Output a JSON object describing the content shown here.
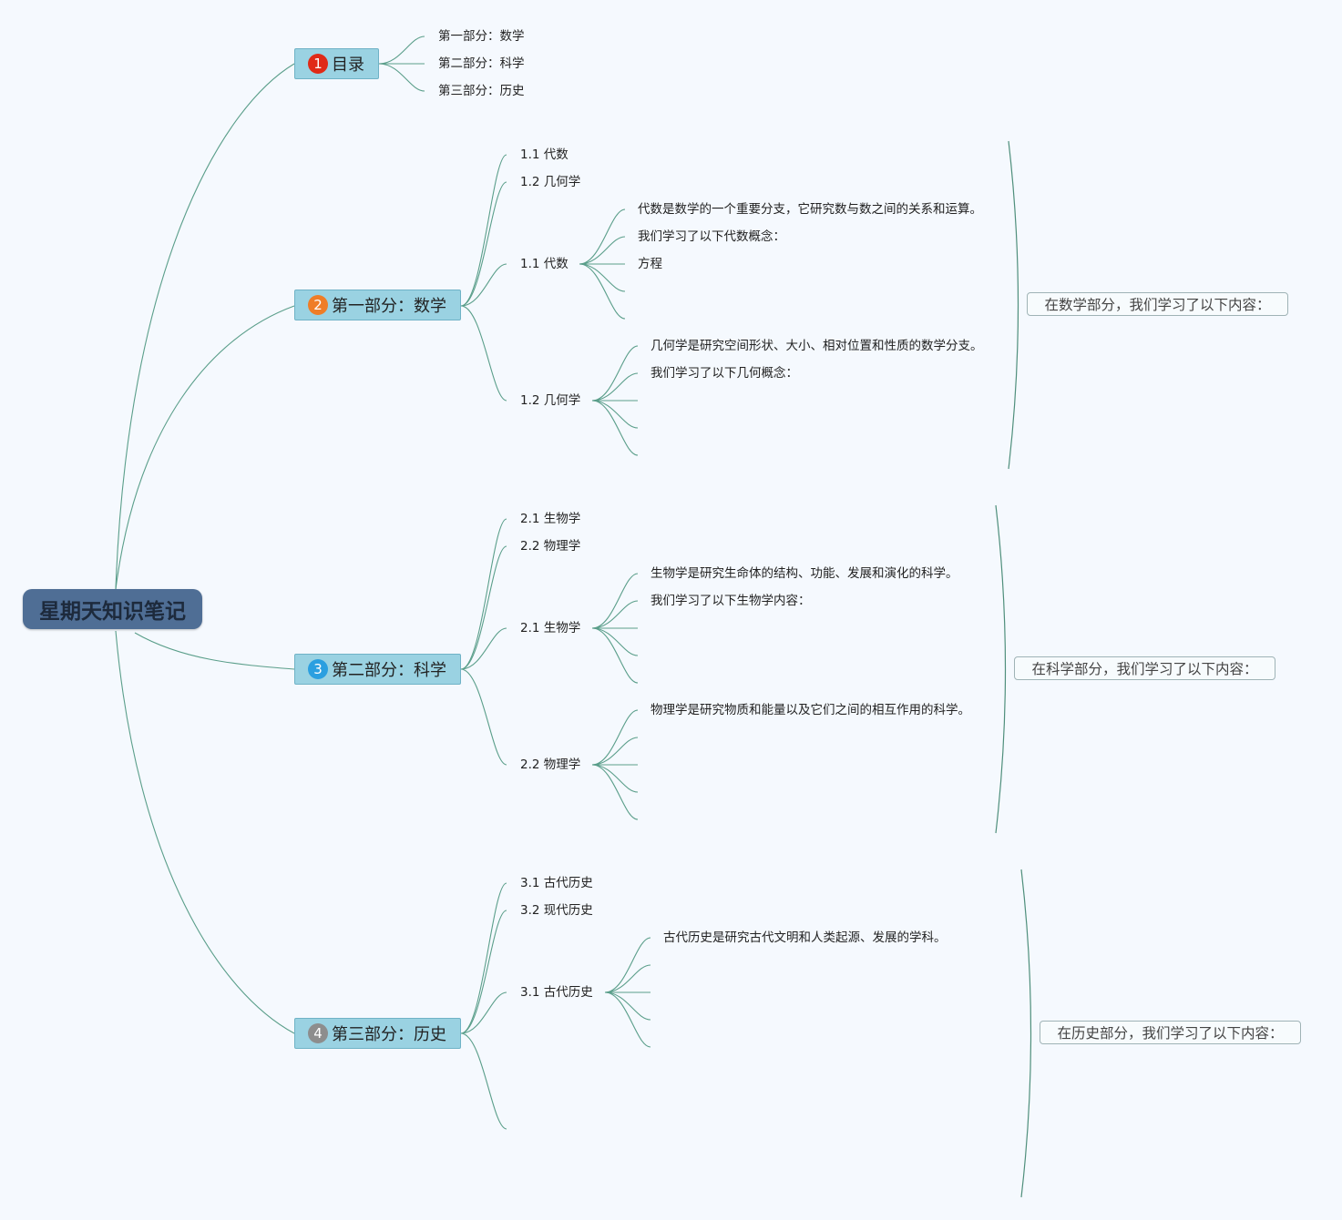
{
  "root": {
    "title": "星期天知识笔记"
  },
  "colors": {
    "badge_1": "#e02a17",
    "badge_2": "#ef7d27",
    "badge_3": "#2b9fe0",
    "badge_4": "#8d8d8d",
    "line": "#5a9e8a"
  },
  "toc": {
    "badge": "1",
    "title": "目录",
    "items": [
      "第一部分：数学",
      "第二部分：科学",
      "第三部分：历史"
    ]
  },
  "math": {
    "badge": "2",
    "title": "第一部分：数学",
    "sub1": "1.1 代数",
    "sub2": "1.2 几何学",
    "algebra": {
      "title": "1.1 代数",
      "lines": [
        "代数是数学的一个重要分支，它研究数与数之间的关系和运算。",
        "我们学习了以下代数概念：",
        "方程"
      ]
    },
    "geometry": {
      "title": "1.2 几何学",
      "lines": [
        "几何学是研究空间形状、大小、相对位置和性质的数学分支。",
        "我们学习了以下几何概念："
      ]
    },
    "summary": "在数学部分，我们学习了以下内容："
  },
  "science": {
    "badge": "3",
    "title": "第二部分：科学",
    "sub1": "2.1 生物学",
    "sub2": "2.2 物理学",
    "biology": {
      "title": "2.1 生物学",
      "lines": [
        "生物学是研究生命体的结构、功能、发展和演化的科学。",
        "我们学习了以下生物学内容："
      ]
    },
    "physics": {
      "title": "2.2 物理学",
      "lines": [
        "物理学是研究物质和能量以及它们之间的相互作用的科学。"
      ]
    },
    "summary": "在科学部分，我们学习了以下内容："
  },
  "history": {
    "badge": "4",
    "title": "第三部分：历史",
    "sub1": "3.1 古代历史",
    "sub2": "3.2 现代历史",
    "ancient": {
      "title": "3.1 古代历史",
      "lines": [
        "古代历史是研究古代文明和人类起源、发展的学科。"
      ]
    },
    "summary": "在历史部分，我们学习了以下内容："
  }
}
